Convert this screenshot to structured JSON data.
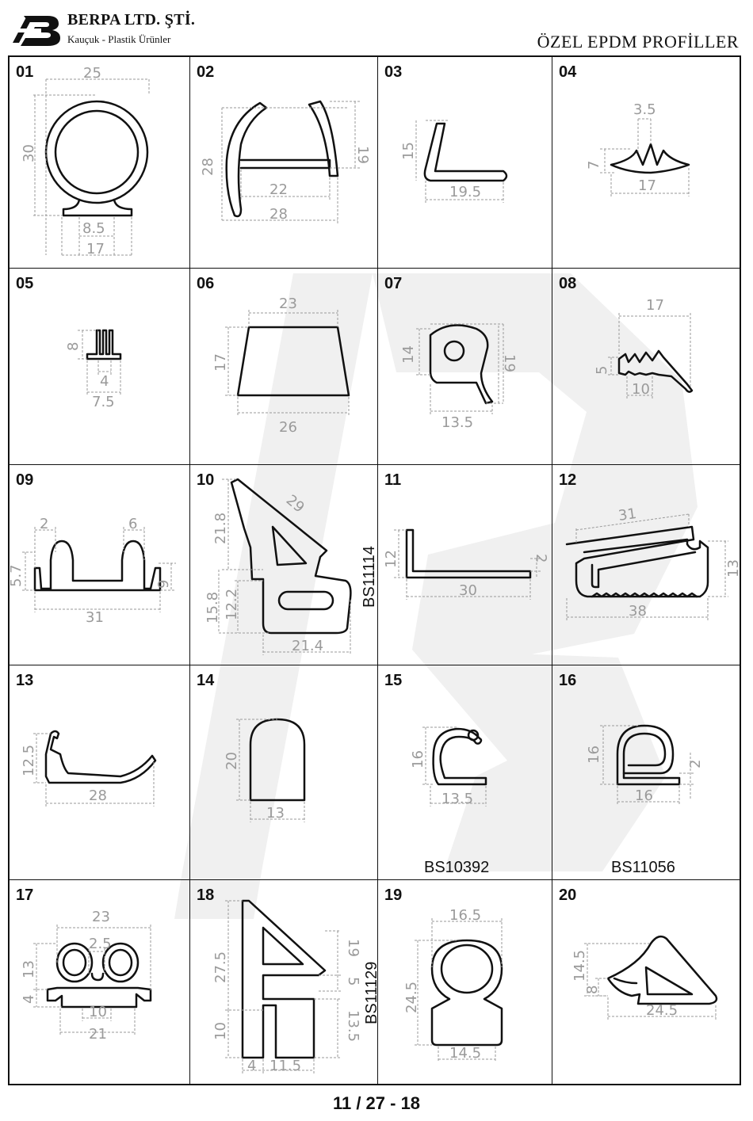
{
  "header": {
    "company": "BERPA LTD. ŞTİ.",
    "tagline": "Kauçuk - Plastik Ürünler",
    "title": "ÖZEL EPDM PROFİLLER",
    "logo_text": "B"
  },
  "cells": [
    {
      "num": "01",
      "dims": [
        "25",
        "30",
        "8.5",
        "17"
      ]
    },
    {
      "num": "02",
      "dims": [
        "28",
        "19",
        "22",
        "28"
      ]
    },
    {
      "num": "03",
      "dims": [
        "15",
        "19.5"
      ]
    },
    {
      "num": "04",
      "dims": [
        "3.5",
        "7",
        "17"
      ]
    },
    {
      "num": "05",
      "dims": [
        "8",
        "4",
        "7.5"
      ]
    },
    {
      "num": "06",
      "dims": [
        "23",
        "17",
        "26"
      ]
    },
    {
      "num": "07",
      "dims": [
        "14",
        "19",
        "13.5"
      ]
    },
    {
      "num": "08",
      "dims": [
        "17",
        "5",
        "10"
      ]
    },
    {
      "num": "09",
      "dims": [
        "2",
        "6",
        "5.7",
        "9",
        "31"
      ]
    },
    {
      "num": "10",
      "dims": [
        "29",
        "21.8",
        "15.8",
        "12.2",
        "21.4"
      ]
    },
    {
      "num": "11",
      "dims": [
        "12",
        "2",
        "30"
      ],
      "std": "BS11114"
    },
    {
      "num": "12",
      "dims": [
        "31",
        "13",
        "38"
      ]
    },
    {
      "num": "13",
      "dims": [
        "12.5",
        "28"
      ]
    },
    {
      "num": "14",
      "dims": [
        "20",
        "13"
      ]
    },
    {
      "num": "15",
      "dims": [
        "16",
        "13.5"
      ],
      "std": "BS10392"
    },
    {
      "num": "16",
      "dims": [
        "16",
        "2",
        "16"
      ],
      "std": "BS11056"
    },
    {
      "num": "17",
      "dims": [
        "23",
        "2.5",
        "13",
        "4",
        "10",
        "21"
      ]
    },
    {
      "num": "18",
      "dims": [
        "27.5",
        "19",
        "5",
        "10",
        "13.5",
        "4",
        "11.5"
      ],
      "std": "BS11129"
    },
    {
      "num": "19",
      "dims": [
        "16.5",
        "24.5",
        "14.5"
      ]
    },
    {
      "num": "20",
      "dims": [
        "14.5",
        "8",
        "24.5"
      ]
    }
  ],
  "footer": {
    "page": "11 / 27 - 18"
  }
}
